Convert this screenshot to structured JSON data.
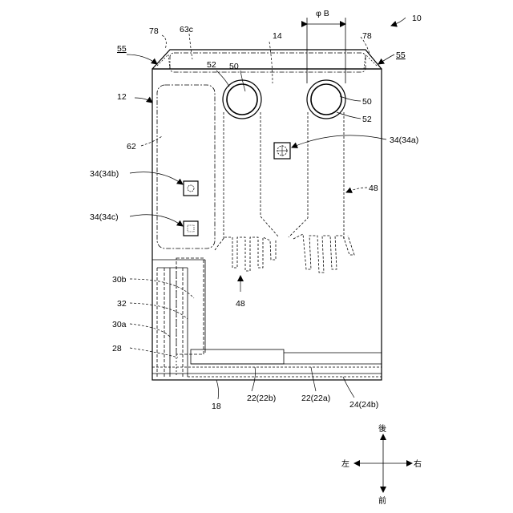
{
  "figure": {
    "ref_main": "10",
    "dimension_label": "φ B",
    "labels": {
      "l78_left": "78",
      "l63c": "63c",
      "l14": "14",
      "l78_right": "78",
      "l55_left": "55",
      "l55_right": "55",
      "l52_left": "52",
      "l50_left": "50",
      "l12": "12",
      "l50_right": "50",
      "l52_right": "52",
      "l62": "62",
      "l34a": "34(34a)",
      "l34b": "34(34b)",
      "l48_right": "48",
      "l34c": "34(34c)",
      "l48_bottom": "48",
      "l30b": "30b",
      "l32": "32",
      "l30a": "30a",
      "l28": "28",
      "l18": "18",
      "l22b": "22(22b)",
      "l22a": "22(22a)",
      "l24b": "24(24b)"
    },
    "compass": {
      "back": "後",
      "front": "前",
      "left": "左",
      "right": "右"
    }
  },
  "colors": {
    "stroke": "#000000",
    "background": "#ffffff"
  }
}
